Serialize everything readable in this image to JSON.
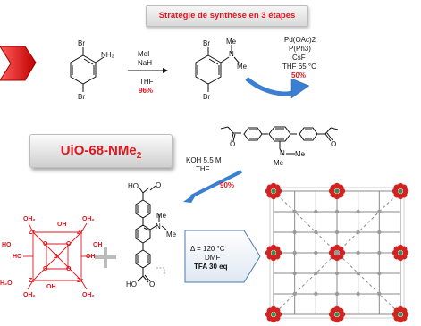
{
  "banner": {
    "title": "Stratégie de synthèse en 3 étapes"
  },
  "step1": {
    "reagent1": "MeI",
    "reagent2": "NaH",
    "solvent": "THF",
    "yield": "96%"
  },
  "step2": {
    "catalyst": "Pd(OAc)2",
    "ligand": "P(Ph3)",
    "base": "CsF",
    "conditions": "THF 65 °C",
    "yield": "50%"
  },
  "step3": {
    "reagent": "KOH 5,5 M",
    "solvent": "THF",
    "yield": "90%"
  },
  "step4": {
    "temperature": "Δ = 120 °C",
    "solvent": "DMF",
    "additive": "TFA 30 eq"
  },
  "product": {
    "name": "UiO-68-NMe",
    "subscript": "2"
  },
  "atoms": {
    "br": "Br",
    "nh2": "NH₂",
    "n": "N",
    "me": "Me",
    "o": "O",
    "oh": "OH",
    "ho": "HO",
    "zr": "Zr",
    "oh2": "OH₂",
    "h2o": "H₂O"
  },
  "colors": {
    "accent": "#e0161e",
    "arrow_blue": "#3a7fd1",
    "zr_cluster": "#e0161e",
    "mof_red": "#d32222",
    "mof_gray": "#9a9a9a"
  }
}
